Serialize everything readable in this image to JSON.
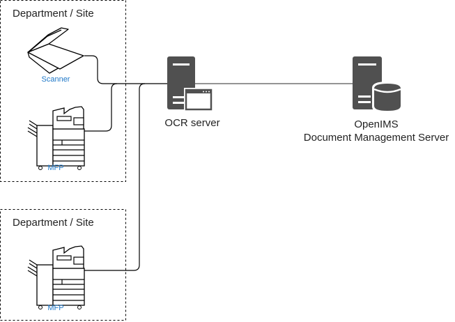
{
  "sites": [
    {
      "title": "Department / Site",
      "devices": [
        {
          "label": "Scanner",
          "icon": "scanner-icon"
        },
        {
          "label": "MFP",
          "icon": "mfp-icon"
        }
      ]
    },
    {
      "title": "Department / Site",
      "devices": [
        {
          "label": "MFP",
          "icon": "mfp-icon"
        }
      ]
    }
  ],
  "servers": {
    "ocr": {
      "label": "OCR server",
      "icon": "server-with-window-icon"
    },
    "dms": {
      "line1": "OpenIMS",
      "line2": "Document Management Server",
      "icon": "server-with-database-icon"
    }
  },
  "colors": {
    "label_blue": "#1f78c8",
    "server_gray": "#505050",
    "line_black": "#000000",
    "line_gray": "#707070"
  }
}
